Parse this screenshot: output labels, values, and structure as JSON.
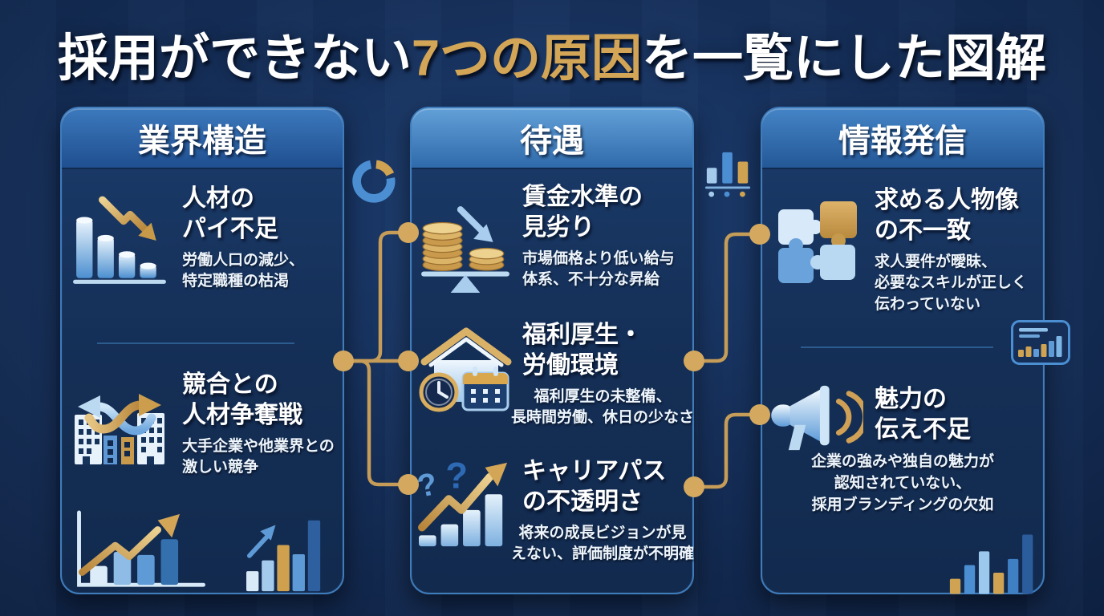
{
  "title": {
    "pre": "採用ができない",
    "highlight": "7つの原因",
    "post": "を一覧にした図解"
  },
  "palette": {
    "background": "#0d2040",
    "card": "#142e55",
    "card_border": "#3f7cbc",
    "header_industry": "#2f6cb4",
    "header_treatment": "#5698d2",
    "header_info": "#3273b8",
    "gold_accent": "#cfa255",
    "text": "#ffffff"
  },
  "columns": [
    {
      "header": "業界構造",
      "items": [
        {
          "icon": "declining-bars-icon",
          "heading": "人材の\nパイ不足",
          "desc": "労働人口の減少、\n特定職種の枯渇"
        },
        {
          "icon": "buildings-swap-icon",
          "heading": "競合との\n人材争奪戦",
          "desc": "大手企業や他業界との\n激しい競争"
        }
      ]
    },
    {
      "header": "待遇",
      "items": [
        {
          "icon": "coins-balance-icon",
          "heading": "賃金水準の\n見劣り",
          "desc": "市場価格より低い給与\n体系、不十分な昇給"
        },
        {
          "icon": "house-clock-calendar-icon",
          "heading": "福利厚生・\n労働環境",
          "desc": "福利厚生の未整備、\n長時間労働、休日の少なさ"
        },
        {
          "icon": "question-growth-icon",
          "heading": "キャリアパス\nの不透明さ",
          "desc": "将来の成長ビジョンが見\nえない、評価制度が不明確"
        }
      ]
    },
    {
      "header": "情報発信",
      "items": [
        {
          "icon": "puzzle-icon",
          "heading": "求める人物像\nの不一致",
          "desc": "求人要件が曖昧、\n必要なスキルが正しく\n伝わっていない"
        },
        {
          "icon": "megaphone-icon",
          "heading": "魅力の\n伝え不足",
          "desc": "企業の強みや独自の魅力が\n認知されていない、\n採用ブランディングの欠如"
        }
      ]
    }
  ],
  "decorative_icons": [
    "donut-chart-icon",
    "mini-bar-chart-icon",
    "chart-card-icon",
    "line-chart-icon",
    "bars-growth-icon",
    "corner-bars-icon"
  ]
}
